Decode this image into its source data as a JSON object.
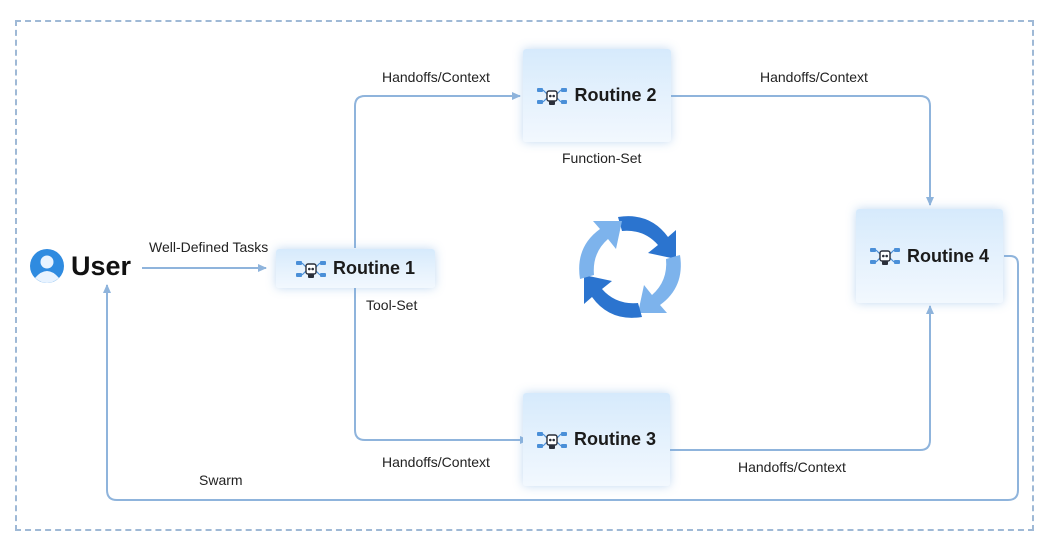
{
  "user": {
    "label": "User"
  },
  "routines": {
    "r1": {
      "label": "Routine 1",
      "sublabel": "Tool-Set"
    },
    "r2": {
      "label": "Routine 2",
      "sublabel": "Function-Set"
    },
    "r3": {
      "label": "Routine 3"
    },
    "r4": {
      "label": "Routine 4"
    }
  },
  "edges": {
    "user_to_r1": "Well-Defined Tasks",
    "r1_to_r2": "Handoffs/Context",
    "r2_to_r4": "Handoffs/Context",
    "r1_to_r3": "Handoffs/Context",
    "r3_to_r4": "Handoffs/Context",
    "r4_to_user": "Swarm"
  },
  "colors": {
    "line": "#8fb4dc",
    "cycle_light": "#7db3ec",
    "cycle_dark": "#2b74cf",
    "frame": "#9fb9d6",
    "user_icon": "#2f8be0"
  }
}
